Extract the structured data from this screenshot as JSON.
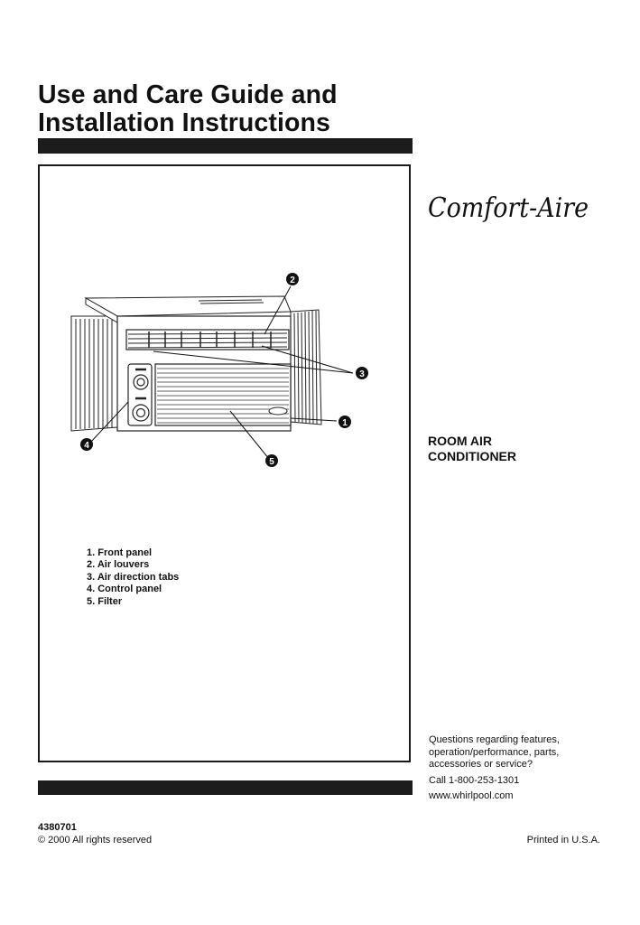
{
  "header": {
    "title_line1": "Use and Care Guide and",
    "title_line2": "Installation Instructions"
  },
  "brand": {
    "logo_text": "Comfort-Aire"
  },
  "diagram": {
    "callouts": [
      "1",
      "2",
      "3",
      "4",
      "5"
    ]
  },
  "parts_list": [
    "1. Front panel",
    "2. Air louvers",
    "3. Air direction tabs",
    "4. Control panel",
    "5. Filter"
  ],
  "product": {
    "line1": "ROOM AIR",
    "line2": "CONDITIONER"
  },
  "contact": {
    "question_line1": "Questions regarding features,",
    "question_line2": "operation/performance, parts,",
    "question_line3": "accessories or service?",
    "phone": "Call 1-800-253-1301",
    "website": "www.whirlpool.com"
  },
  "footer": {
    "doc_number": "4380701",
    "copyright": "© 2000 All rights reserved",
    "printed": "Printed in U.S.A."
  },
  "colors": {
    "bars": "#1c1c1c",
    "text": "#111111"
  }
}
